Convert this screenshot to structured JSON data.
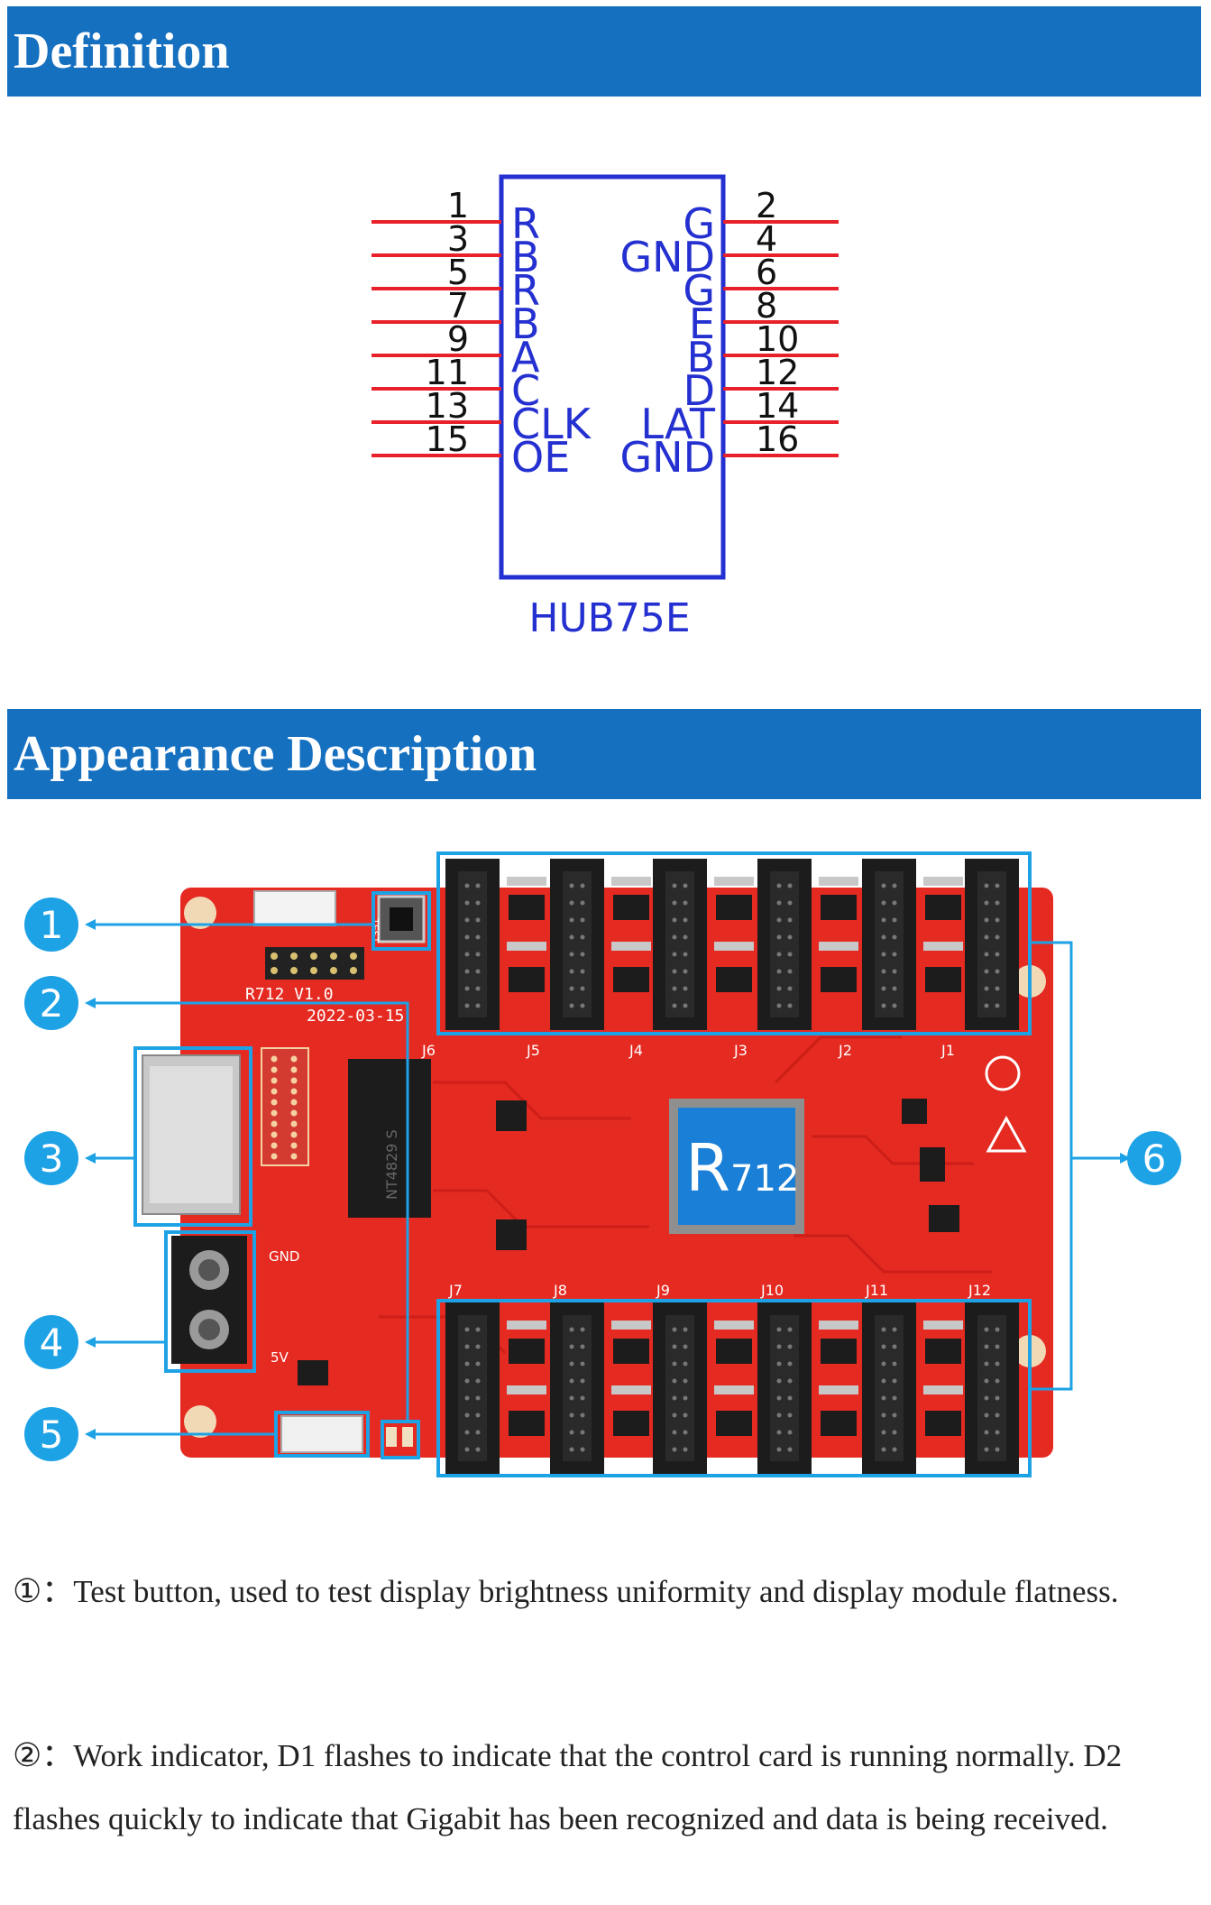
{
  "sections": {
    "definition_title": "Definition",
    "appearance_title": "Appearance Description"
  },
  "connector": {
    "name": "HUB75E",
    "left_pins": [
      {
        "num": "1",
        "signal": "R"
      },
      {
        "num": "3",
        "signal": "B"
      },
      {
        "num": "5",
        "signal": "R"
      },
      {
        "num": "7",
        "signal": "B"
      },
      {
        "num": "9",
        "signal": "A"
      },
      {
        "num": "11",
        "signal": "C"
      },
      {
        "num": "13",
        "signal": "CLK"
      },
      {
        "num": "15",
        "signal": "OE"
      }
    ],
    "right_pins": [
      {
        "num": "2",
        "signal": "G"
      },
      {
        "num": "4",
        "signal": "GND"
      },
      {
        "num": "6",
        "signal": "G"
      },
      {
        "num": "8",
        "signal": "E"
      },
      {
        "num": "10",
        "signal": "B"
      },
      {
        "num": "12",
        "signal": "D"
      },
      {
        "num": "14",
        "signal": "LAT"
      },
      {
        "num": "16",
        "signal": "GND"
      }
    ],
    "colors": {
      "pin_line": "#e8202a",
      "box": "#2430d0",
      "label": "#2430d0",
      "number": "#111111"
    }
  },
  "board": {
    "model_label": "R712 V1.0",
    "date_label": "2022-03-15",
    "chip_label": "R712",
    "chip_main": "R",
    "chip_sub": "712",
    "top_connectors": [
      "J6",
      "J5",
      "J4",
      "J3",
      "J2",
      "J1"
    ],
    "bottom_connectors": [
      "J7",
      "J8",
      "J9",
      "J10",
      "J11",
      "J12"
    ],
    "silk": {
      "gnd": "GND",
      "v5": "5V",
      "test": "TEST",
      "ic": "NT4829 S"
    },
    "callouts": [
      "1",
      "2",
      "3",
      "4",
      "5",
      "6"
    ],
    "colors": {
      "pcb": "#e52a22",
      "callout": "#1ea2e6",
      "chip": "#1a7fd6",
      "connector": "#1c1c1c"
    }
  },
  "descriptions": [
    {
      "marker": "①",
      "separator": "：",
      "text": "Test button, used to test display brightness uniformity and display module flatness."
    },
    {
      "marker": "②",
      "separator": "：",
      "text": "Work indicator, D1 flashes to indicate that the control card is running normally. D2 flashes quickly to indicate that Gigabit has been recognized and data is being received."
    }
  ]
}
